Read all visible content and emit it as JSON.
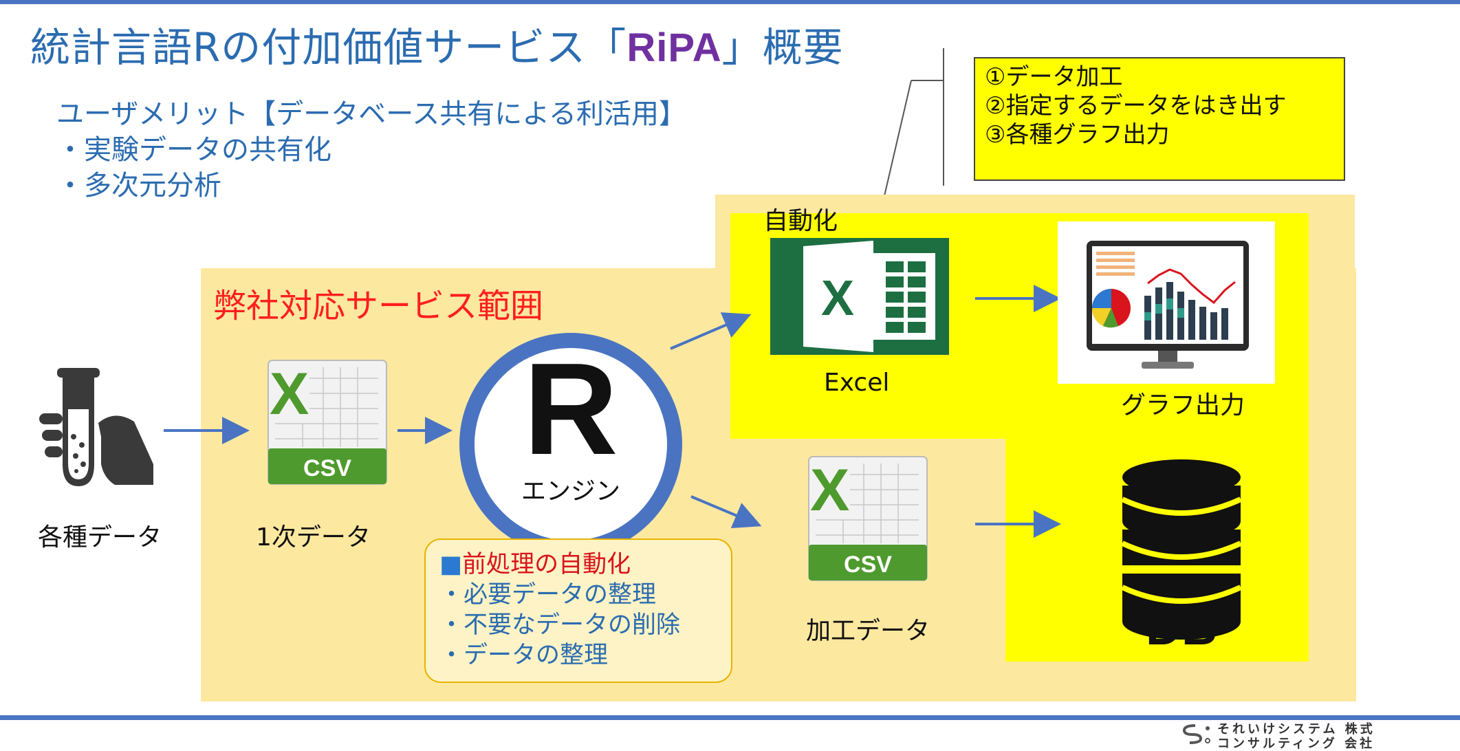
{
  "title": {
    "prefix": "統計言語Rの付加価値サービス「",
    "brand": "RiPA",
    "suffix": "」概要"
  },
  "merits": {
    "heading": "ユーザメリット【データベース共有による利活用】",
    "items": [
      "・実験データの共有化",
      "・多次元分析"
    ]
  },
  "service_area_label": "弊社対応サービス範囲",
  "automation_label": "自動化",
  "callout": {
    "items": [
      "①データ加工",
      "②指定するデータをはき出す",
      "③各種グラフ出力"
    ]
  },
  "nodes": {
    "various_data": "各種データ",
    "primary_data": "1次データ",
    "engine_letter": "R",
    "engine": "エンジン",
    "excel": "Excel",
    "graph_output": "グラフ出力",
    "processed_data": "加工データ",
    "db": "DB",
    "csv_badge": "CSV",
    "excel_letter": "X"
  },
  "preprocess": {
    "heading_mark": "■",
    "heading": "前処理の自動化",
    "items": [
      "・必要データの整理",
      "・不要なデータの削除",
      "・データの整理"
    ]
  },
  "company": {
    "line1": "それいけシステム 株式",
    "line2": "コンサルティング 会社"
  },
  "colors": {
    "accent_blue": "#2b6cb0",
    "brand_purple": "#7030a0",
    "service_red": "#ff1e1e",
    "area_cream": "#fde8a0",
    "highlight_yellow": "#ffff00",
    "excel_green": "#1d6f42",
    "arrow_blue": "#4a74c2"
  }
}
